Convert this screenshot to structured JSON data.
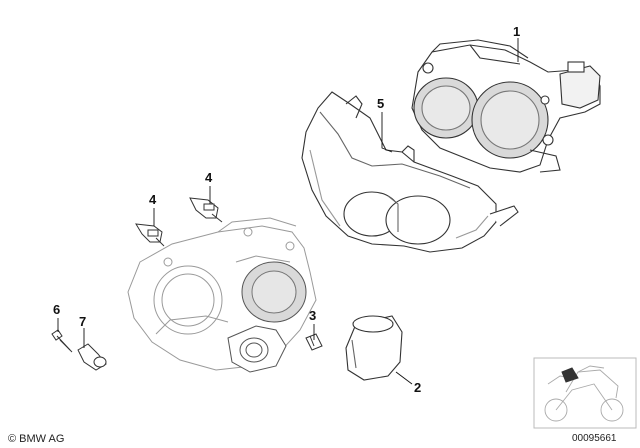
{
  "callouts": {
    "p1": "1",
    "p2": "2",
    "p3": "3",
    "p4a": "4",
    "p4b": "4",
    "p5": "5",
    "p6": "6",
    "p7": "7"
  },
  "footer": {
    "copyright": "© BMW AG",
    "doc_number": "00095661"
  },
  "colors": {
    "line": "#333333",
    "light_line": "#9a9a9a",
    "part_fill": "#ffffff",
    "lens_fill": "#d9d9d9"
  }
}
